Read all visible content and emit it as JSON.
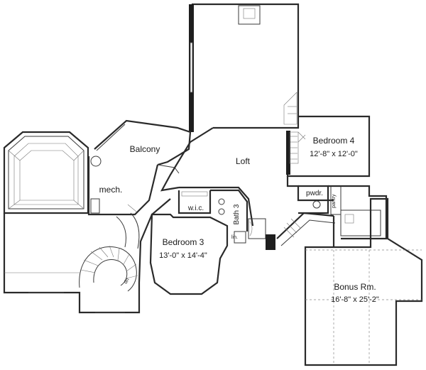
{
  "rooms": {
    "balcony": {
      "name": "Balcony"
    },
    "loft": {
      "name": "Loft"
    },
    "mech": {
      "name": "mech."
    },
    "bedroom4": {
      "name": "Bedroom 4",
      "dims": "12'-8\" x 12'-0\""
    },
    "pwdr": {
      "name": "pwdr."
    },
    "pantry": {
      "name": "pantry"
    },
    "wic": {
      "name": "w.i.c."
    },
    "bath3": {
      "name": "Bath 3"
    },
    "bedroom3": {
      "name": "Bedroom 3",
      "dims": "13'-0\" x 14'-4\""
    },
    "bonus": {
      "name": "Bonus Rm.",
      "dims": "16'-8\" x 25'-2\""
    },
    "lin": {
      "name": "lin."
    },
    "stair_dn": {
      "name": "dn"
    }
  },
  "colors": {
    "wall": "#2a2a2a",
    "background": "#ffffff"
  }
}
